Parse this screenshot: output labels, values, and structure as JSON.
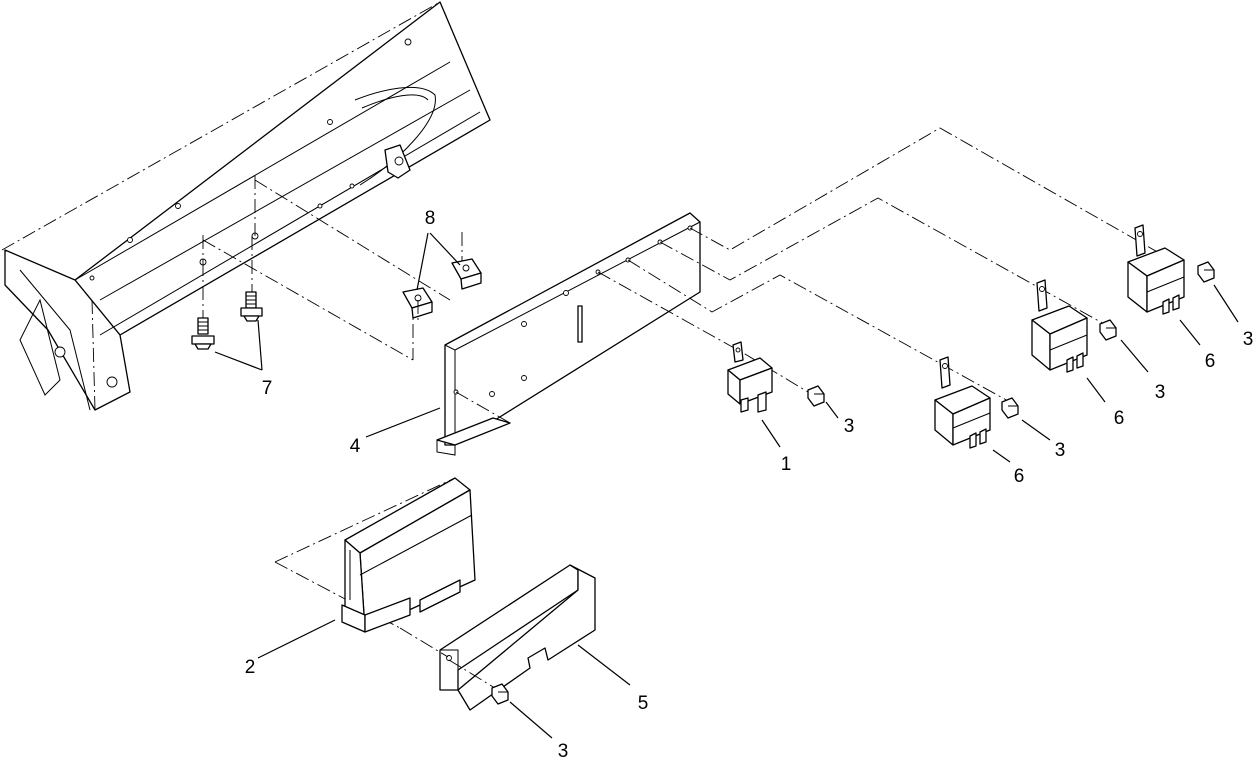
{
  "callouts": {
    "relay_small": "1",
    "controller": "2",
    "screw_relay_small": "3",
    "screw_relay_left": "3",
    "screw_relay_mid": "3",
    "screw_relay_right": "3",
    "screw_cover": "3",
    "mounting_plate": "4",
    "controller_cover": "5",
    "relay_left": "6",
    "relay_mid": "6",
    "relay_right": "6",
    "bolts": "7",
    "clip_nuts": "8"
  },
  "colors": {
    "line": "#000000",
    "background": "#ffffff"
  }
}
